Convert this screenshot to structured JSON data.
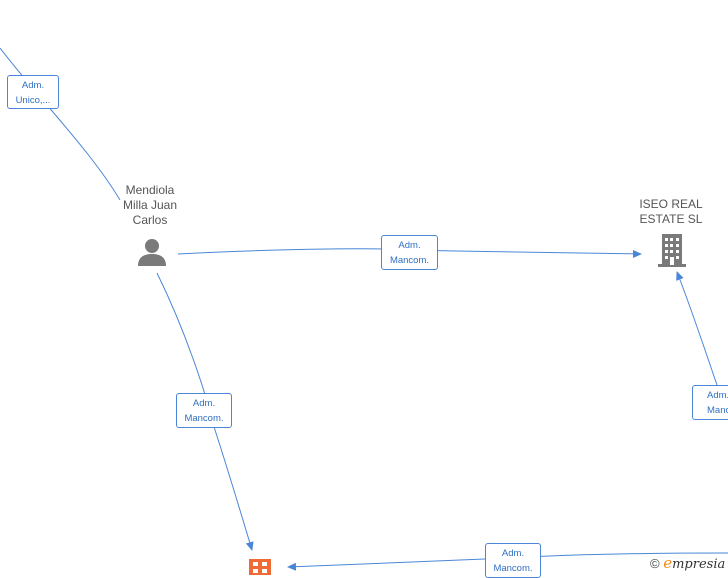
{
  "nodes": {
    "person": {
      "label": "Mendiola\nMilla Juan\nCarlos",
      "icon": "person-icon",
      "color": "#7a7a7a"
    },
    "company_iseo": {
      "label": "ISEO REAL\nESTATE  SL",
      "icon": "building-icon",
      "color": "#7a7a7a"
    },
    "company_bottom": {
      "label": "",
      "icon": "building-icon",
      "color": "#f06a35"
    }
  },
  "edges": {
    "top_left": "Adm.\nUnico,...",
    "person_to_iseo": "Adm.\nMancom.",
    "person_to_bottom": "Adm.\nMancom.",
    "right_to_iseo": "Adm.\nMancom.",
    "right_to_bottom": "Adm.\nMancom."
  },
  "colors": {
    "edge": "#4a86d8",
    "edge_text": "#2f6fc4"
  },
  "footer": {
    "symbol": "©",
    "brand_initial": "e",
    "brand_rest": "mpresia"
  }
}
